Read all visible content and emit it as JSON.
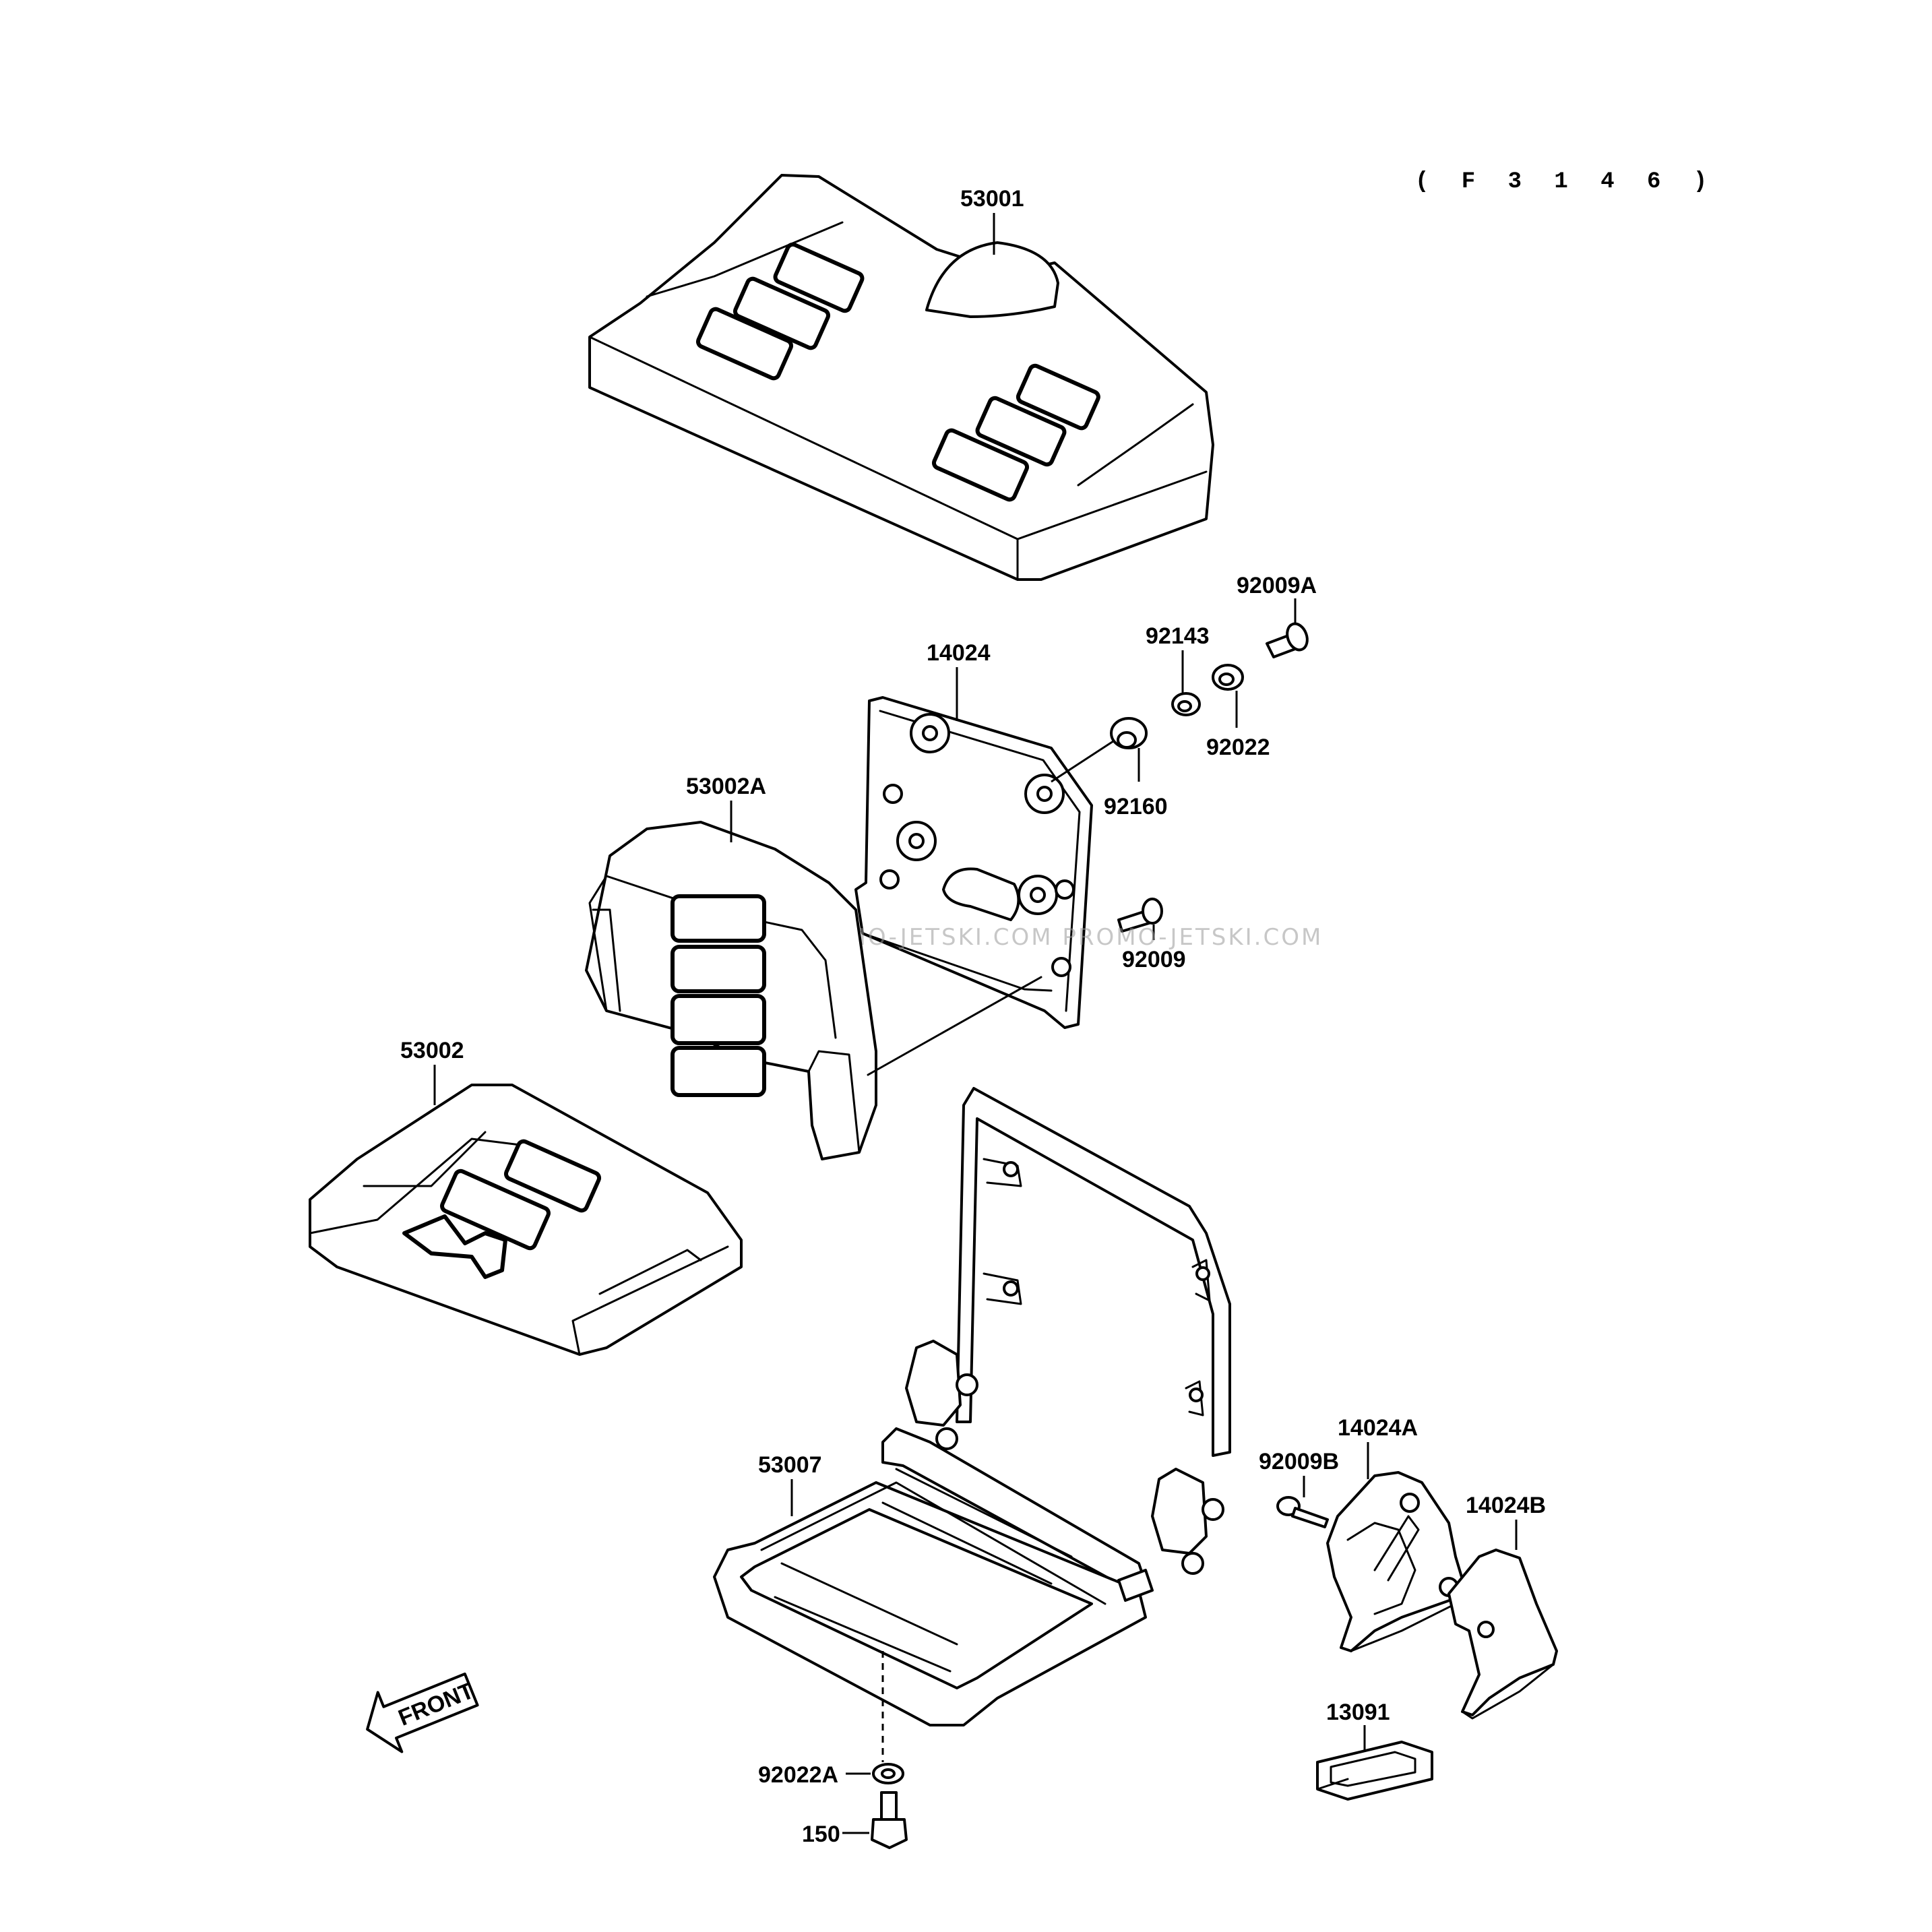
{
  "figure_code": "( F 3 1 4 6 )",
  "watermark": "JETSKI.COM  PROMO-JETSKI.COM  PROMO-JETSKI.COM",
  "front_label": "FRONT",
  "parts": [
    {
      "id": "53001",
      "label": "53001"
    },
    {
      "id": "92009A",
      "label": "92009A"
    },
    {
      "id": "92143",
      "label": "92143"
    },
    {
      "id": "14024",
      "label": "14024"
    },
    {
      "id": "92022",
      "label": "92022"
    },
    {
      "id": "92160",
      "label": "92160"
    },
    {
      "id": "53002A",
      "label": "53002A"
    },
    {
      "id": "92009",
      "label": "92009"
    },
    {
      "id": "53002",
      "label": "53002"
    },
    {
      "id": "53007",
      "label": "53007"
    },
    {
      "id": "14024A",
      "label": "14024A"
    },
    {
      "id": "92009B",
      "label": "92009B"
    },
    {
      "id": "14024B",
      "label": "14024B"
    },
    {
      "id": "13091",
      "label": "13091"
    },
    {
      "id": "92022A",
      "label": "92022A"
    },
    {
      "id": "150",
      "label": "150"
    }
  ]
}
